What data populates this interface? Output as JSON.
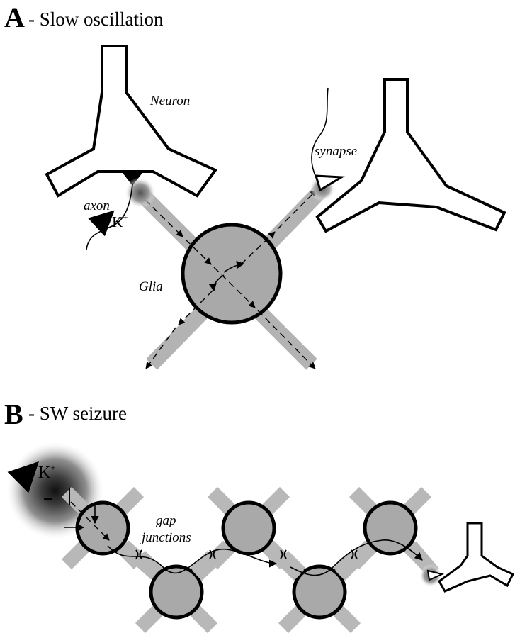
{
  "panel_a": {
    "letter": "A",
    "title": "- Slow oscillation",
    "labels": {
      "neuron": "Neuron",
      "synapse": "synapse",
      "axon": "axon",
      "glia": "Glia",
      "k_plus": "K",
      "k_plus_sup": "+"
    }
  },
  "panel_b": {
    "letter": "B",
    "title": "- SW seizure",
    "labels": {
      "k_plus": "K",
      "k_plus_sup": "+",
      "gap_junctions_line1": "gap",
      "gap_junctions_line2": "junctions"
    }
  },
  "colors": {
    "glia_fill": "#a9a9a9",
    "process_fill": "#b3b3b3",
    "outline": "#000000"
  }
}
